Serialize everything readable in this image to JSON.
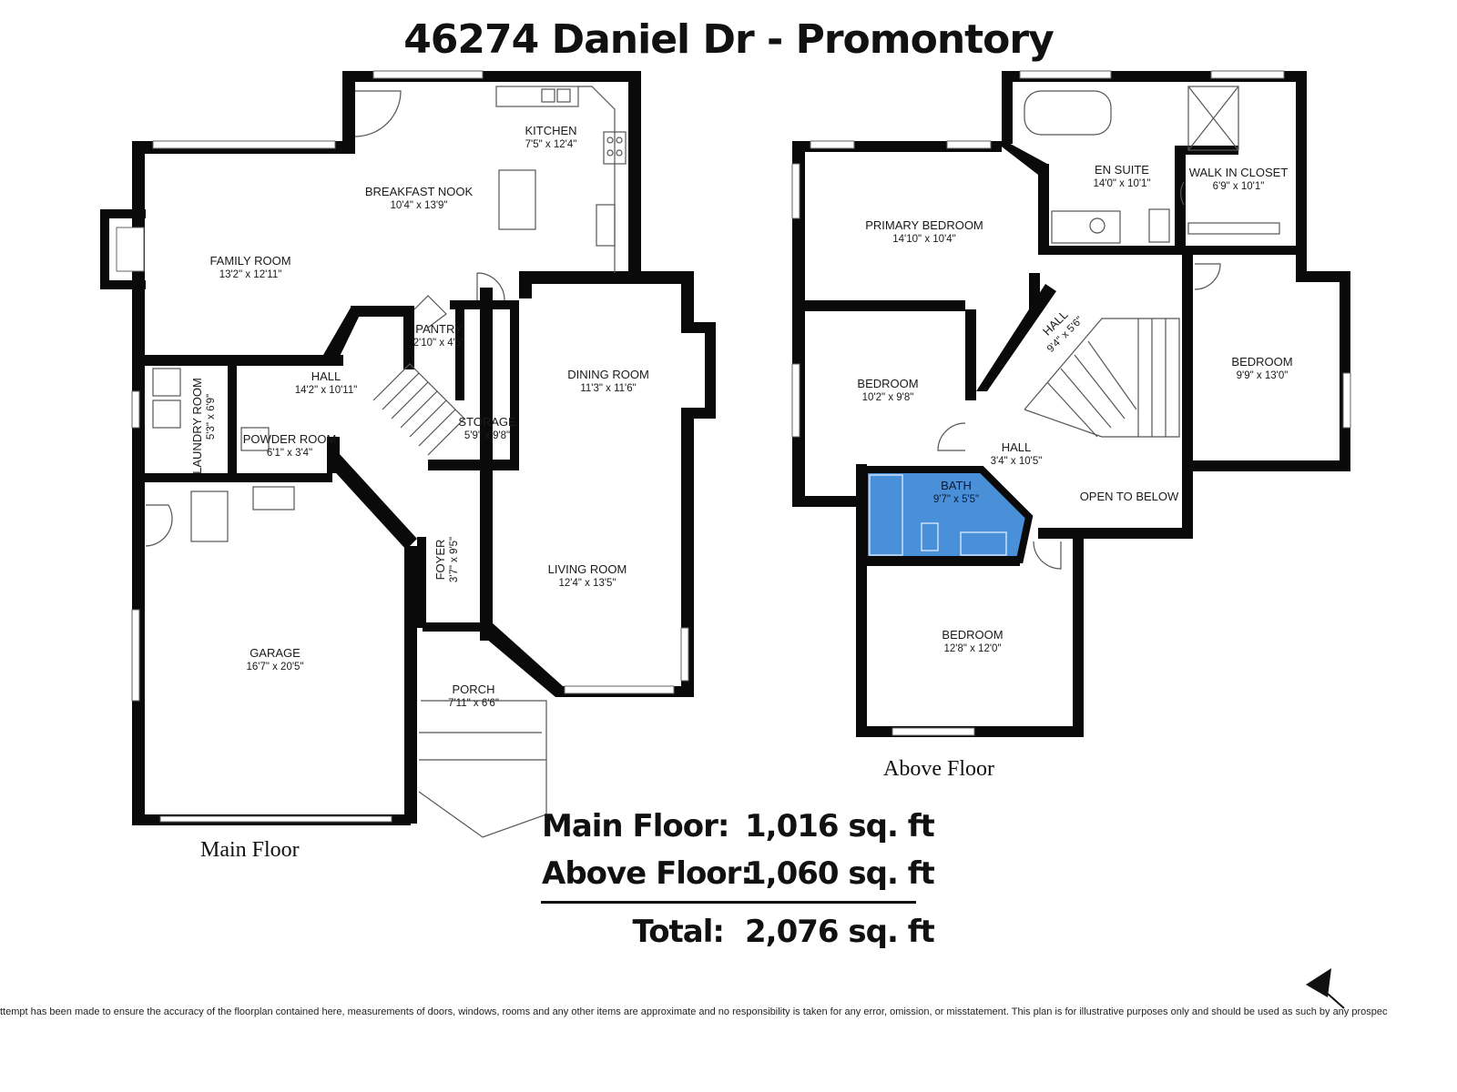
{
  "title": "46274 Daniel Dr - Promontory",
  "floors": {
    "main_label": "Main Floor",
    "above_label": "Above Floor"
  },
  "rooms": {
    "kitchen": {
      "name": "KITCHEN",
      "dim": "7'5\" x 12'4\""
    },
    "breakfast_nook": {
      "name": "BREAKFAST NOOK",
      "dim": "10'4\" x 13'9\""
    },
    "family_room": {
      "name": "FAMILY ROOM",
      "dim": "13'2\" x 12'11\""
    },
    "pantry": {
      "name": "PANTRY",
      "dim": "2'10\" x 4'5\""
    },
    "hall_main": {
      "name": "HALL",
      "dim": "14'2\" x 10'11\""
    },
    "laundry": {
      "name": "LAUNDRY ROOM",
      "dim": "5'3\" x 6'9\""
    },
    "powder": {
      "name": "POWDER ROOM",
      "dim": "6'1\" x 3'4\""
    },
    "storage": {
      "name": "STORAGE",
      "dim": "5'9\" x 9'8\""
    },
    "dining": {
      "name": "DINING ROOM",
      "dim": "11'3\" x 11'6\""
    },
    "living": {
      "name": "LIVING ROOM",
      "dim": "12'4\" x 13'5\""
    },
    "foyer": {
      "name": "FOYER",
      "dim": "3'7\" x 9'5\""
    },
    "garage": {
      "name": "GARAGE",
      "dim": "16'7\" x 20'5\""
    },
    "porch": {
      "name": "PORCH",
      "dim": "7'11\" x 6'6\""
    },
    "primary": {
      "name": "PRIMARY BEDROOM",
      "dim": "14'10\" x 10'4\""
    },
    "ensuite": {
      "name": "EN SUITE",
      "dim": "14'0\" x 10'1\""
    },
    "walkin": {
      "name": "WALK IN CLOSET",
      "dim": "6'9\" x 10'1\""
    },
    "hall_up1": {
      "name": "HALL",
      "dim": "9'4\" x 5'6\""
    },
    "bedroom_a": {
      "name": "BEDROOM",
      "dim": "10'2\" x 9'8\""
    },
    "bedroom_b": {
      "name": "BEDROOM",
      "dim": "9'9\" x 13'0\""
    },
    "hall_up2": {
      "name": "HALL",
      "dim": "3'4\" x 10'5\""
    },
    "bath": {
      "name": "BATH",
      "dim": "9'7\" x 5'5\""
    },
    "open_below": {
      "name": "OPEN TO BELOW",
      "dim": ""
    },
    "bedroom_c": {
      "name": "BEDROOM",
      "dim": "12'8\" x 12'0\""
    }
  },
  "totals": {
    "main_label": "Main  Floor:",
    "main_value": "1,016 sq. ft",
    "above_label": "Above Floor:",
    "above_value": "1,060 sq. ft",
    "total_label": "Total:",
    "total_value": "2,076 sq. ft"
  },
  "disclaimer": "ttempt has been made to ensure the accuracy of the floorplan contained here, measurements of doors, windows, rooms and any other items are approximate and no responsibility is taken for any error, omission, or misstatement. This plan is for illustrative purposes only and should be used as such by any prospec",
  "colors": {
    "wall": "#0a0a0a",
    "bath_highlight": "#4a90d9"
  },
  "icons": [
    "north-arrow-icon"
  ]
}
